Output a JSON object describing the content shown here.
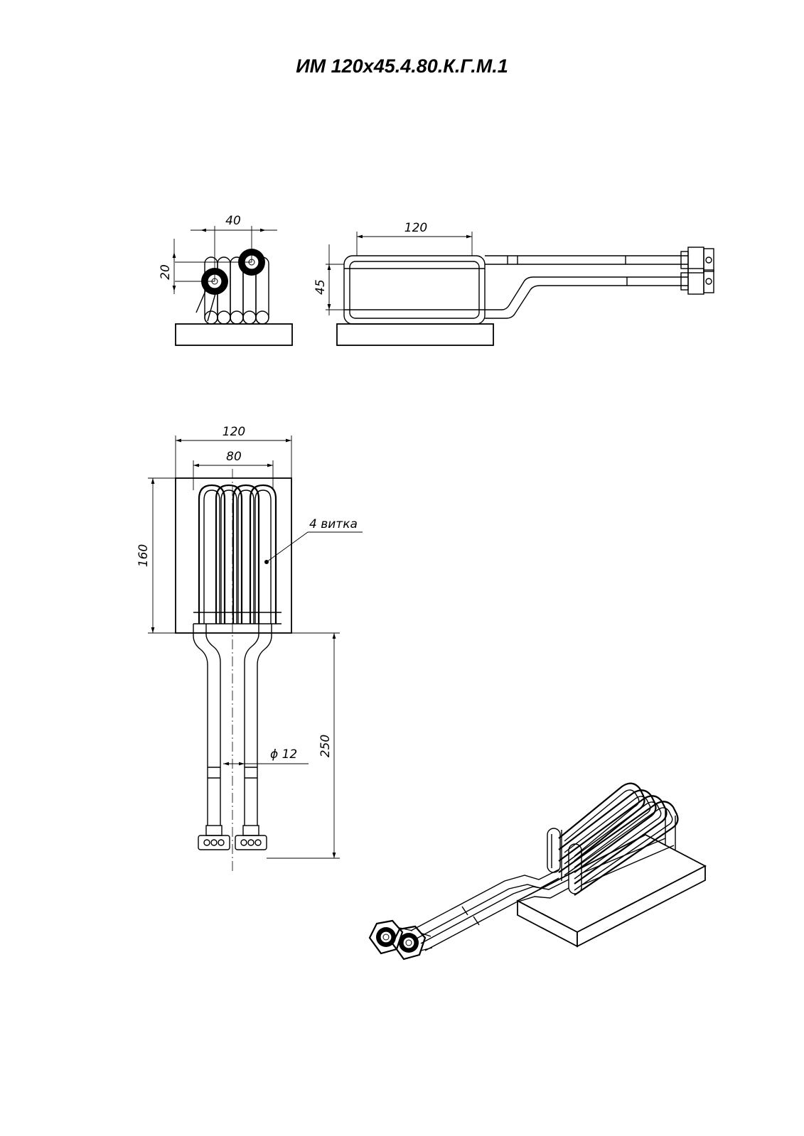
{
  "title": "ИМ 120х45.4.80.К.Г.М.1",
  "side_view": {
    "dim_width": "40",
    "dim_height": "20"
  },
  "front_view": {
    "dim_length": "120",
    "dim_height": "45"
  },
  "top_view": {
    "dim_outer_width": "120",
    "dim_inner_width": "80",
    "dim_plate_length": "160",
    "dim_lead_length": "250",
    "dim_tube_diameter": "ϕ 12",
    "turns_label": "4 витка"
  }
}
